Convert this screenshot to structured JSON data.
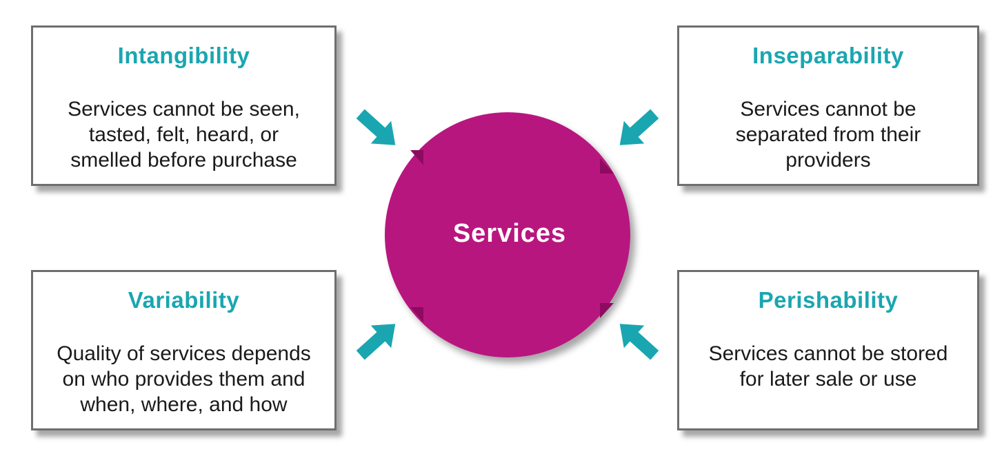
{
  "center": {
    "label": "Services"
  },
  "boxes": {
    "intangibility": {
      "title": "Intangibility",
      "lines": [
        "Services cannot be seen,",
        "tasted, felt, heard, or",
        "smelled before purchase"
      ]
    },
    "inseparability": {
      "title": "Inseparability",
      "lines": [
        "Services cannot be",
        "separated from their",
        "providers"
      ]
    },
    "variability": {
      "title": "Variability",
      "lines": [
        "Quality of services depends",
        "on who provides them and",
        "when, where, and how"
      ]
    },
    "perishability": {
      "title": "Perishability",
      "lines": [
        "Services cannot be stored",
        "for later sale or use"
      ]
    }
  },
  "colors": {
    "circle": "#b8127f",
    "title": "#1aa6b0",
    "arrow": "#1aa6b0",
    "border": "#6e6e6e"
  }
}
